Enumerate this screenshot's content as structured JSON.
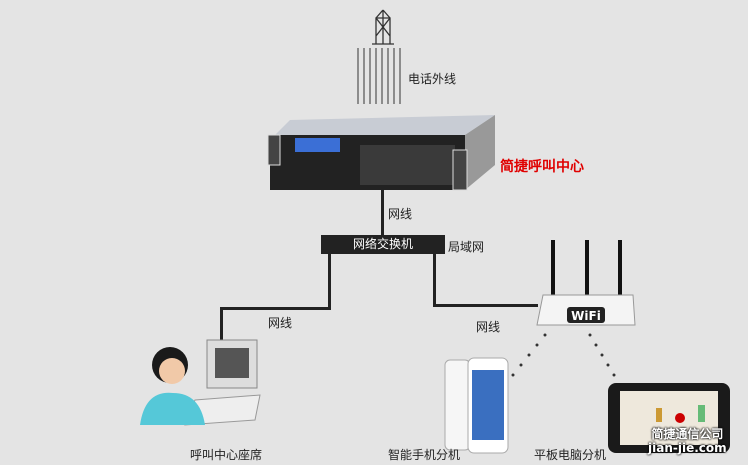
{
  "labels": {
    "phone_lines": "电话外线",
    "server": "简捷呼叫中心",
    "net_line_top": "网线",
    "switch": "网络交换机",
    "lan": "局域网",
    "net_line_left": "网线",
    "net_line_right": "网线",
    "agent": "呼叫中心座席",
    "smartphone": "智能手机分机",
    "tablet": "平板电脑分机",
    "wifi": "WiFi"
  },
  "watermark": {
    "name": "简捷通信公司",
    "url": "jian-jie.com"
  },
  "colors": {
    "accent": "#e00000"
  }
}
